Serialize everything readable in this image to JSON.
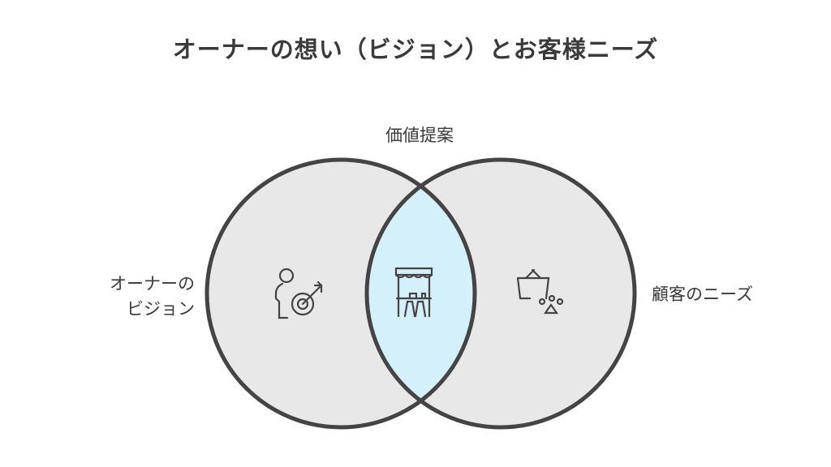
{
  "title": "オーナーの想い（ビジョン）とお客様ニーズ",
  "labels": {
    "intersection": "価値提案",
    "left_line1": "オーナーの",
    "left_line2": "ビジョン",
    "right": "顧客のニーズ"
  },
  "colors": {
    "circle_fill": "#e8e8e8",
    "intersection_fill": "#d4f0fb",
    "stroke": "#444444"
  },
  "icons": {
    "left": "person-target-icon",
    "center": "market-stall-icon",
    "right": "basket-icon"
  }
}
